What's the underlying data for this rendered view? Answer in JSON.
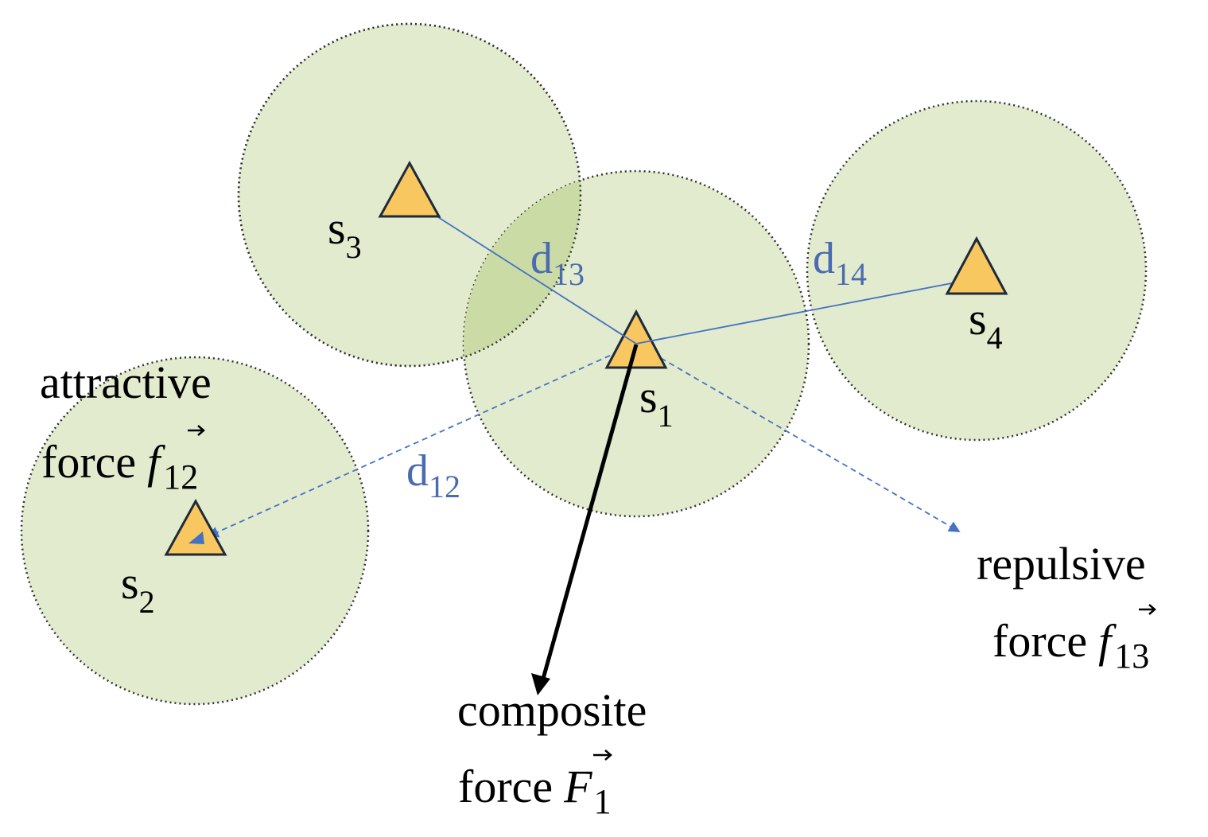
{
  "colors": {
    "range_fill": "#e2ebcd",
    "range_overlap": "#cbdba6",
    "range_stroke": "#333333",
    "sensor_fill": "#f8c75f",
    "sensor_stroke": "#1f2a3a",
    "distance_line": "#4472c4",
    "distance_text": "#4a6bb0",
    "composite_arrow": "#000000"
  },
  "icons": {
    "sensor": "triangle-icon",
    "force": "arrow-icon"
  },
  "sensors": [
    {
      "id": "s1",
      "letter": "s",
      "index": "1"
    },
    {
      "id": "s2",
      "letter": "s",
      "index": "2"
    },
    {
      "id": "s3",
      "letter": "s",
      "index": "3"
    },
    {
      "id": "s4",
      "letter": "s",
      "index": "4"
    }
  ],
  "distances": [
    {
      "id": "d13",
      "letter": "d",
      "index": "13"
    },
    {
      "id": "d14",
      "letter": "d",
      "index": "14"
    },
    {
      "id": "d12",
      "letter": "d",
      "index": "12"
    }
  ],
  "forces": {
    "attractive": {
      "word": "attractive",
      "force_word": "force",
      "symbol": "f",
      "index": "12"
    },
    "repulsive": {
      "word": "repulsive",
      "force_word": "force",
      "symbol": "f",
      "index": "13"
    },
    "composite": {
      "word": "composite",
      "force_word": "force",
      "symbol": "F",
      "index": "1"
    }
  }
}
